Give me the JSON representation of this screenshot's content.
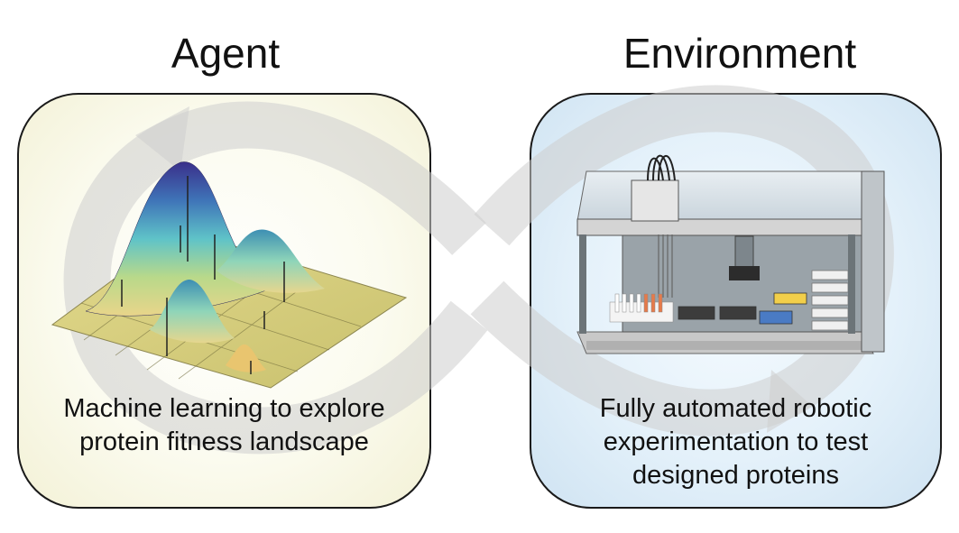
{
  "agent": {
    "title": "Agent",
    "caption_lines": [
      "Machine learning to explore",
      "protein fitness landscape"
    ],
    "background": "#f8f7e6"
  },
  "environment": {
    "title": "Environment",
    "caption_lines": [
      "Fully automated robotic",
      "experimentation to test",
      "designed proteins"
    ],
    "background": "#dcebf6"
  },
  "cycle": {
    "color": "#cfcfcf",
    "shape": "infinity-loop-arrows"
  },
  "icons": [
    "fitness-landscape-surface-icon",
    "liquid-handling-robot-icon"
  ]
}
